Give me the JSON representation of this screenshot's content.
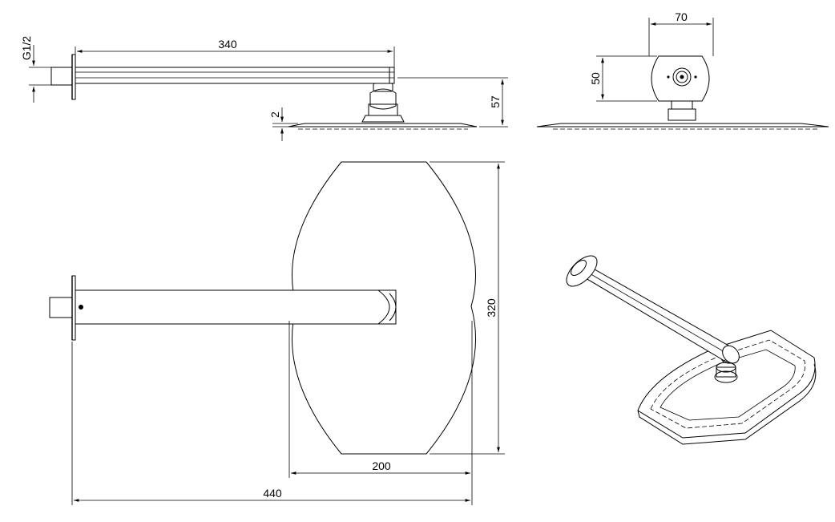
{
  "drawing": {
    "dimensions": {
      "thread": "G1/2",
      "arm_length": "340",
      "arm_height_offset": "57",
      "plate_thickness": "2",
      "head_depth_width": "70",
      "head_depth_height": "50",
      "head_length": "320",
      "head_width": "200",
      "overall_projection": "440"
    }
  }
}
